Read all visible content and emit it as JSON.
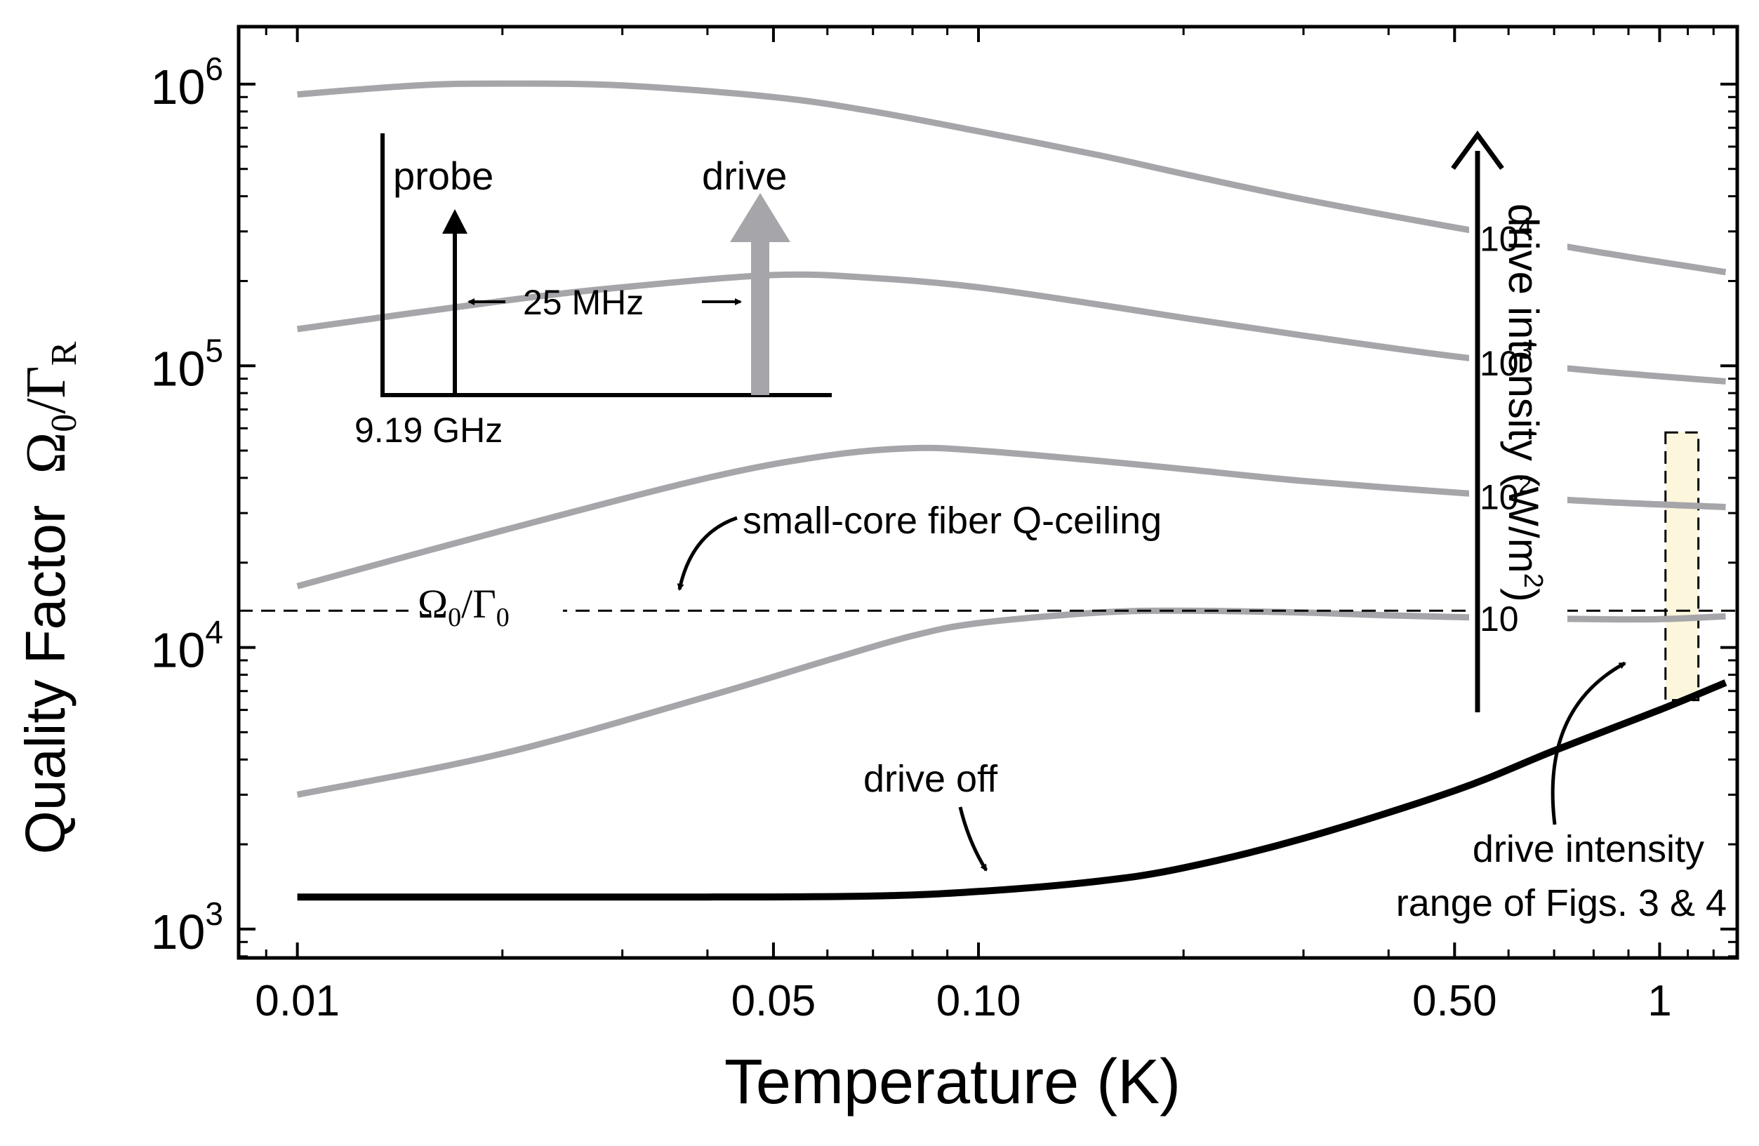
{
  "chart_data": {
    "type": "line",
    "xlabel": "Temperature (K)",
    "ylabel_prefix": "Quality Factor",
    "ylabel_symbol": {
      "num": "Ω",
      "num_sub": "0",
      "den": "Γ",
      "den_sub": "R"
    },
    "x_scale": "log",
    "y_scale": "log",
    "xlim": [
      0.0082,
      1.3
    ],
    "ylim": [
      790,
      1600000
    ],
    "x_ticks": [
      {
        "value": 0.01,
        "label": "0.01"
      },
      {
        "value": 0.05,
        "label": "0.05"
      },
      {
        "value": 0.1,
        "label": "0.10"
      },
      {
        "value": 0.5,
        "label": "0.50"
      },
      {
        "value": 1.0,
        "label": "1"
      }
    ],
    "y_ticks": [
      {
        "value": 1000,
        "base": "10",
        "exp": "3"
      },
      {
        "value": 10000,
        "base": "10",
        "exp": "4"
      },
      {
        "value": 100000,
        "base": "10",
        "exp": "5"
      },
      {
        "value": 1000000,
        "base": "10",
        "exp": "6"
      }
    ],
    "grid": false,
    "series": [
      {
        "name": "drive off",
        "color": "#000000",
        "x": [
          0.01,
          0.02,
          0.04,
          0.07,
          0.1,
          0.15,
          0.2,
          0.3,
          0.5,
          0.7,
          1.0,
          1.25
        ],
        "y": [
          1300,
          1300,
          1300,
          1310,
          1360,
          1480,
          1650,
          2100,
          3100,
          4300,
          6000,
          7500
        ]
      },
      {
        "name": "10",
        "color": "#a6a6aa",
        "x": [
          0.01,
          0.02,
          0.04,
          0.06,
          0.08,
          0.1,
          0.15,
          0.2,
          0.3,
          0.4,
          0.6,
          0.8,
          1.0,
          1.25
        ],
        "y": [
          3000,
          4200,
          6700,
          9000,
          11000,
          12200,
          13300,
          13500,
          13300,
          13000,
          12700,
          12600,
          12600,
          12900
        ]
      },
      {
        "name": "10^2",
        "color": "#a6a6aa",
        "x": [
          0.01,
          0.02,
          0.04,
          0.06,
          0.08,
          0.1,
          0.15,
          0.2,
          0.3,
          0.5,
          0.8,
          1.25
        ],
        "y": [
          16500,
          26000,
          40000,
          48000,
          51000,
          50000,
          46000,
          43000,
          39000,
          35500,
          33000,
          31500
        ]
      },
      {
        "name": "10^3",
        "color": "#a6a6aa",
        "x": [
          0.01,
          0.02,
          0.03,
          0.05,
          0.07,
          0.1,
          0.15,
          0.2,
          0.3,
          0.5,
          0.8,
          1.25
        ],
        "y": [
          135000,
          170000,
          190000,
          210000,
          205000,
          190000,
          165000,
          148000,
          128000,
          108000,
          96000,
          88000
        ]
      },
      {
        "name": "10^4",
        "color": "#a6a6aa",
        "x": [
          0.01,
          0.015,
          0.02,
          0.03,
          0.05,
          0.07,
          0.1,
          0.15,
          0.2,
          0.3,
          0.5,
          0.8,
          1.25
        ],
        "y": [
          920000,
          990000,
          1005000,
          990000,
          900000,
          800000,
          680000,
          560000,
          480000,
          390000,
          310000,
          255000,
          215000
        ]
      }
    ],
    "series_labels": [
      {
        "series": "10",
        "base": "10",
        "exp": ""
      },
      {
        "series": "10^2",
        "base": "10",
        "exp": "2"
      },
      {
        "series": "10^3",
        "base": "10",
        "exp": "3"
      },
      {
        "series": "10^4",
        "base": "10",
        "exp": "4"
      }
    ],
    "ceiling": {
      "y": 13500,
      "label": {
        "num": "Ω",
        "num_sub": "0",
        "den": "Γ",
        "den_sub": "0"
      }
    },
    "annotations": {
      "ceiling_note": "small-core fiber Q-ceiling",
      "drive_off_note": "drive off",
      "range_note_line1": "drive intensity",
      "range_note_line2": "range of Figs. 3 & 4"
    },
    "drive_axis": {
      "label": "drive intensity (W/m",
      "label_sup": "2",
      "label_end": ")"
    },
    "highlight_band": {
      "x": [
        1.02,
        1.14
      ],
      "y": [
        6500,
        58000
      ],
      "color": "#fbf6dc"
    },
    "inset": {
      "probe_label": "probe",
      "drive_label": "drive",
      "spacing_label": "25 MHz",
      "freq_label": "9.19 GHz",
      "probe_color": "#000000",
      "drive_color": "#a6a6aa"
    }
  }
}
